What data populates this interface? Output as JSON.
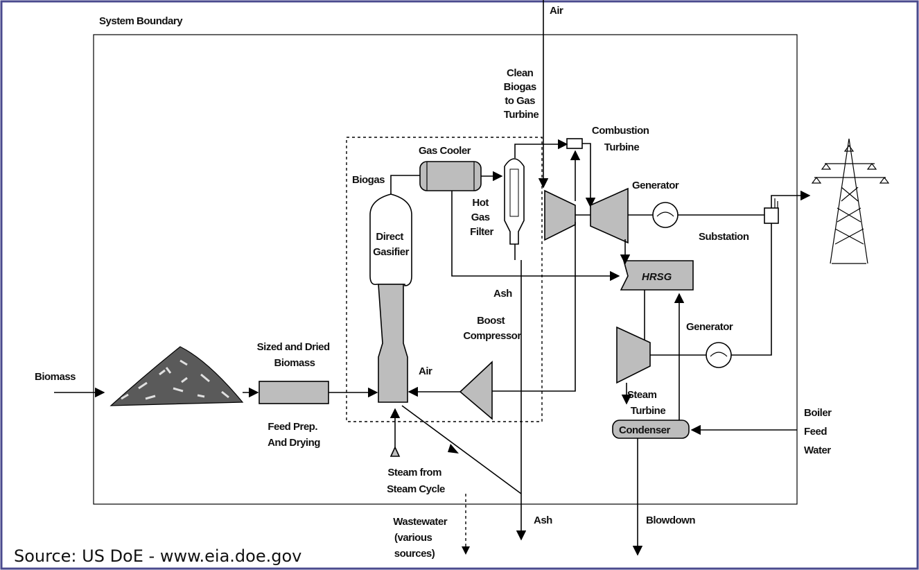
{
  "labels": {
    "system_boundary": "System Boundary",
    "air_top": "Air",
    "clean_biogas": [
      "Clean",
      "Biogas",
      "to Gas",
      "Turbine"
    ],
    "combustion_turbine": [
      "Combustion",
      "Turbine"
    ],
    "gas_cooler": "Gas Cooler",
    "biogas": "Biogas",
    "generator_top": "Generator",
    "hot_gas_filter": [
      "Hot",
      "Gas",
      "Filter"
    ],
    "direct_gasifier": [
      "Direct",
      "Gasifier"
    ],
    "substation": "Substation",
    "hrsg": "HRSG",
    "ash_mid": "Ash",
    "boost_compressor": [
      "Boost",
      "Compressor"
    ],
    "generator_bottom": "Generator",
    "sized_dried_biomass": [
      "Sized and Dried",
      "Biomass"
    ],
    "biomass": "Biomass",
    "air_mid": "Air",
    "steam_turbine": [
      "Steam",
      "Turbine"
    ],
    "feed_prep": [
      "Feed Prep.",
      "And Drying"
    ],
    "boiler_feed_water": [
      "Boiler",
      "Feed",
      "Water"
    ],
    "condenser": "Condenser",
    "steam_from_cycle": [
      "Steam from",
      "Steam Cycle"
    ],
    "wastewater": [
      "Wastewater",
      "(various",
      "sources)"
    ],
    "ash_bottom": "Ash",
    "blowdown": "Blowdown"
  },
  "source_caption": "Source: US DoE - www.eia.doe.gov",
  "colors": {
    "border": "#4a4a8e",
    "equipment_fill": "#bdbdbd"
  }
}
